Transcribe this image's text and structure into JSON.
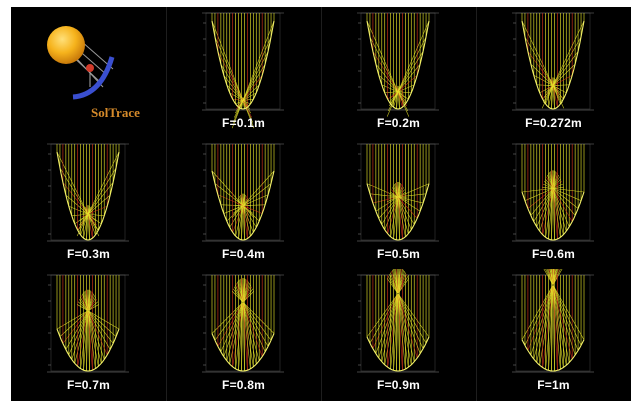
{
  "logo": {
    "text": "SolTrace",
    "icon": "sun-and-parabolic-trough-icon",
    "sun_color": "#f6b31c",
    "trough_color": "#3a4fd0"
  },
  "colors": {
    "ray_yellow": "#e7e52a",
    "ray_red": "#d4321c",
    "background": "#000000"
  },
  "panels": [
    {
      "label": "F=0.1m",
      "focal_length": 0.1
    },
    {
      "label": "F=0.2m",
      "focal_length": 0.2
    },
    {
      "label": "F=0.272m",
      "focal_length": 0.272
    },
    {
      "label": "F=0.3m",
      "focal_length": 0.3
    },
    {
      "label": "F=0.4m",
      "focal_length": 0.4
    },
    {
      "label": "F=0.5m",
      "focal_length": 0.5
    },
    {
      "label": "F=0.6m",
      "focal_length": 0.6
    },
    {
      "label": "F=0.7m",
      "focal_length": 0.7
    },
    {
      "label": "F=0.8m",
      "focal_length": 0.8
    },
    {
      "label": "F=0.9m",
      "focal_length": 0.9
    },
    {
      "label": "F=1m",
      "focal_length": 1.0
    }
  ]
}
